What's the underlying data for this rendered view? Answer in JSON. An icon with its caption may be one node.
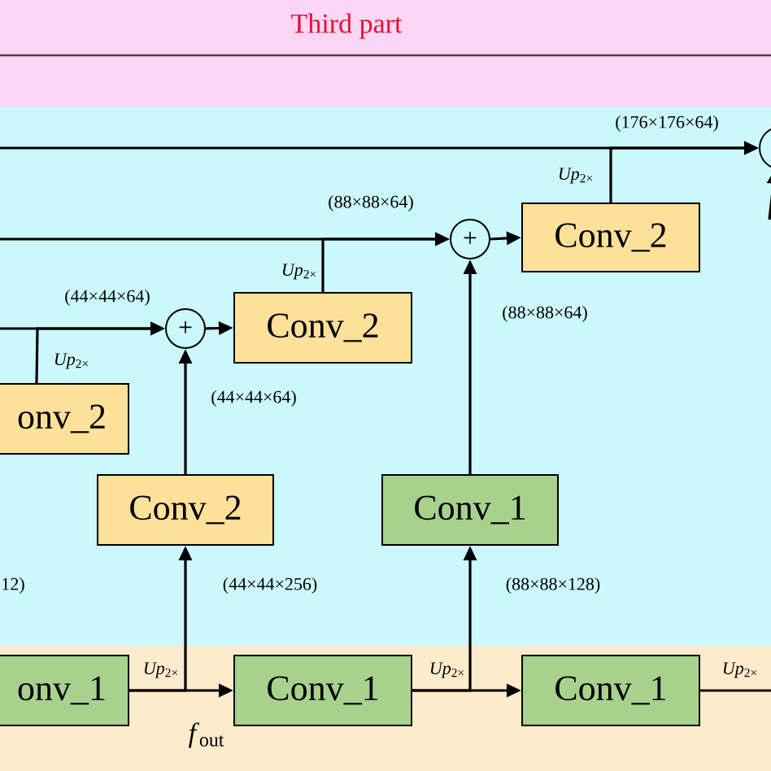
{
  "diagram": {
    "title": "Third part",
    "nodes": [
      {
        "text": [
          "Conv_2"
        ]
      },
      {
        "text": [
          "Conv_2"
        ]
      },
      {
        "text": [
          "onv_2"
        ]
      },
      {
        "text": [
          "Conv_2"
        ]
      },
      {
        "text": [
          "Conv_1"
        ]
      },
      {
        "text": [
          "onv_1"
        ]
      },
      {
        "text": [
          "Conv_1"
        ]
      },
      {
        "text": [
          "Conv_1"
        ]
      },
      {
        "text": [
          "+"
        ]
      },
      {
        "text": [
          "+"
        ]
      },
      {
        "text": [],
        "shape": "circle"
      }
    ],
    "edges": [
      {
        "from": null,
        "to": 10,
        "arrow": "to",
        "label": "(176×176×64)"
      },
      {
        "from": 0,
        "to": 10,
        "arrow": "to",
        "label": "*Up*$_{2×}$"
      },
      {
        "from": null,
        "to": 9,
        "arrow": "to",
        "label": "(88×88×64)"
      },
      {
        "from": 1,
        "to": 9,
        "arrow": "to",
        "label": "*Up*$_{2×}$"
      },
      {
        "from": 9,
        "to": 0,
        "arrow": "to"
      },
      {
        "from": 4,
        "to": 9,
        "arrow": "to",
        "label": "(88×88×64)"
      },
      {
        "from": null,
        "to": 8,
        "arrow": "to",
        "label": "(44×44×64)"
      },
      {
        "from": 2,
        "to": 8,
        "arrow": "to",
        "label": "*Up*$_{2×}$"
      },
      {
        "from": 8,
        "to": 1,
        "arrow": "to"
      },
      {
        "from": 3,
        "to": 8,
        "arrow": "to",
        "label": "(44×44×64)"
      },
      {
        "from": 5,
        "to": 6,
        "arrow": "to",
        "label": "*Up*$_{2×}$"
      },
      {
        "from": 5,
        "to": 3,
        "arrow": "to",
        "label": "(44×44×256)"
      },
      {
        "from": 6,
        "to": 7,
        "arrow": "to",
        "label": "*Up*$_{2×}$"
      },
      {
        "from": 6,
        "to": 4,
        "arrow": "to",
        "label": "(88×88×128)"
      },
      {
        "from": 7,
        "to": null,
        "arrow": "none",
        "label": "*Up*$_{2×}$"
      },
      {
        "from": null,
        "to": 10,
        "arrow": "to"
      }
    ],
    "labels": [
      "*f*$_{out}$",
      "12)"
    ]
  }
}
